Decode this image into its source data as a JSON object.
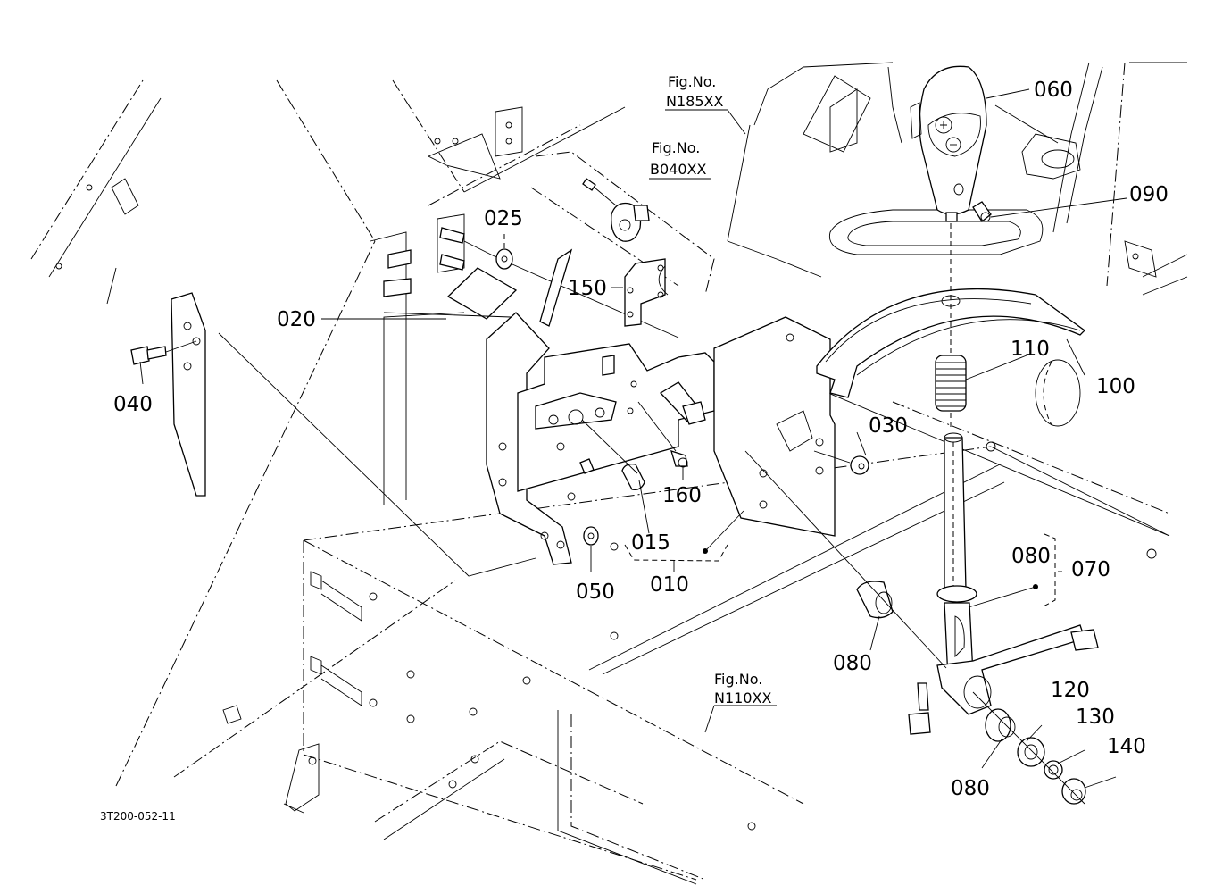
{
  "drawing_code": "3T200-052-11",
  "figure_refs": [
    {
      "title": "Fig.No.",
      "number": "N185XX"
    },
    {
      "title": "Fig.No.",
      "number": "B040XX"
    },
    {
      "title": "Fig.No.",
      "number": "N110XX"
    }
  ],
  "callouts": [
    {
      "id": "010",
      "label": "010"
    },
    {
      "id": "015",
      "label": "015"
    },
    {
      "id": "020",
      "label": "020"
    },
    {
      "id": "025",
      "label": "025"
    },
    {
      "id": "030",
      "label": "030"
    },
    {
      "id": "040",
      "label": "040"
    },
    {
      "id": "050",
      "label": "050"
    },
    {
      "id": "060",
      "label": "060"
    },
    {
      "id": "070",
      "label": "070"
    },
    {
      "id": "080a",
      "label": "080"
    },
    {
      "id": "080b",
      "label": "080"
    },
    {
      "id": "080c",
      "label": "080"
    },
    {
      "id": "090",
      "label": "090"
    },
    {
      "id": "100",
      "label": "100"
    },
    {
      "id": "110",
      "label": "110"
    },
    {
      "id": "120",
      "label": "120"
    },
    {
      "id": "130",
      "label": "130"
    },
    {
      "id": "140",
      "label": "140"
    },
    {
      "id": "150",
      "label": "150"
    },
    {
      "id": "160",
      "label": "160"
    }
  ]
}
